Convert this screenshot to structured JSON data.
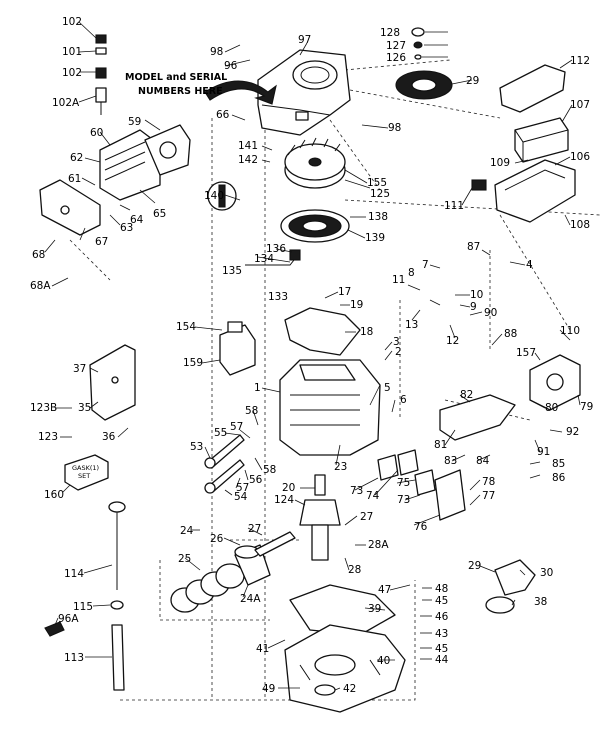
{
  "note": {
    "line1": "MODEL and SERIAL",
    "line2": "NUMBERS HERE"
  },
  "gasket_set": {
    "line1": "GASK(1)",
    "line2": "SET"
  },
  "labels": [
    {
      "id": "l102a",
      "text": "102"
    },
    {
      "id": "l101",
      "text": "101"
    },
    {
      "id": "l102b",
      "text": "102"
    },
    {
      "id": "l102A",
      "text": "102A"
    },
    {
      "id": "l98a",
      "text": "98"
    },
    {
      "id": "l96",
      "text": "96"
    },
    {
      "id": "l97",
      "text": "97"
    },
    {
      "id": "l128",
      "text": "128"
    },
    {
      "id": "l127",
      "text": "127"
    },
    {
      "id": "l126",
      "text": "126"
    },
    {
      "id": "l29",
      "text": "29"
    },
    {
      "id": "l112",
      "text": "112"
    },
    {
      "id": "l107",
      "text": "107"
    },
    {
      "id": "l60",
      "text": "60"
    },
    {
      "id": "l59",
      "text": "59"
    },
    {
      "id": "l66",
      "text": "66"
    },
    {
      "id": "l98b",
      "text": "98"
    },
    {
      "id": "l141",
      "text": "141"
    },
    {
      "id": "l142",
      "text": "142"
    },
    {
      "id": "l155",
      "text": "155"
    },
    {
      "id": "l109",
      "text": "109"
    },
    {
      "id": "l106",
      "text": "106"
    },
    {
      "id": "l62",
      "text": "62"
    },
    {
      "id": "l61",
      "text": "61"
    },
    {
      "id": "l65",
      "text": "65"
    },
    {
      "id": "l64",
      "text": "64"
    },
    {
      "id": "l63",
      "text": "63"
    },
    {
      "id": "l67",
      "text": "67"
    },
    {
      "id": "l140",
      "text": "140"
    },
    {
      "id": "l125",
      "text": "125"
    },
    {
      "id": "l138",
      "text": "138"
    },
    {
      "id": "l139",
      "text": "139"
    },
    {
      "id": "l111",
      "text": "111"
    },
    {
      "id": "l108",
      "text": "108"
    },
    {
      "id": "l68",
      "text": "68"
    },
    {
      "id": "l68A",
      "text": "68A"
    },
    {
      "id": "l136",
      "text": "136"
    },
    {
      "id": "l134",
      "text": "134"
    },
    {
      "id": "l135",
      "text": "135"
    },
    {
      "id": "l133",
      "text": "133"
    },
    {
      "id": "l87",
      "text": "87"
    },
    {
      "id": "l4",
      "text": "4"
    },
    {
      "id": "l7",
      "text": "7"
    },
    {
      "id": "l11",
      "text": "11"
    },
    {
      "id": "l8",
      "text": "8"
    },
    {
      "id": "l10",
      "text": "10"
    },
    {
      "id": "l17",
      "text": "17"
    },
    {
      "id": "l19",
      "text": "19"
    },
    {
      "id": "l9",
      "text": "9"
    },
    {
      "id": "l90",
      "text": "90"
    },
    {
      "id": "l154",
      "text": "154"
    },
    {
      "id": "l18",
      "text": "18"
    },
    {
      "id": "l13",
      "text": "13"
    },
    {
      "id": "l12",
      "text": "12"
    },
    {
      "id": "l110",
      "text": "110"
    },
    {
      "id": "l88",
      "text": "88"
    },
    {
      "id": "l157",
      "text": "157"
    },
    {
      "id": "l3",
      "text": "3"
    },
    {
      "id": "l2",
      "text": "2"
    },
    {
      "id": "l159",
      "text": "159"
    },
    {
      "id": "l37",
      "text": "37"
    },
    {
      "id": "l1",
      "text": "1"
    },
    {
      "id": "l5",
      "text": "5"
    },
    {
      "id": "l6",
      "text": "6"
    },
    {
      "id": "l82",
      "text": "82"
    },
    {
      "id": "l80",
      "text": "80"
    },
    {
      "id": "l79",
      "text": "79"
    },
    {
      "id": "l123B",
      "text": "123B"
    },
    {
      "id": "l35",
      "text": "35"
    },
    {
      "id": "l36",
      "text": "36"
    },
    {
      "id": "l58a",
      "text": "58"
    },
    {
      "id": "l55",
      "text": "55"
    },
    {
      "id": "l57a",
      "text": "57"
    },
    {
      "id": "l81",
      "text": "81"
    },
    {
      "id": "l92",
      "text": "92"
    },
    {
      "id": "l123",
      "text": "123"
    },
    {
      "id": "l53",
      "text": "53"
    },
    {
      "id": "l23",
      "text": "23"
    },
    {
      "id": "l91",
      "text": "91"
    },
    {
      "id": "l83",
      "text": "83"
    },
    {
      "id": "l84",
      "text": "84"
    },
    {
      "id": "l85",
      "text": "85"
    },
    {
      "id": "l58b",
      "text": "58"
    },
    {
      "id": "l56",
      "text": "56"
    },
    {
      "id": "l57b",
      "text": "57"
    },
    {
      "id": "l86",
      "text": "86"
    },
    {
      "id": "l160",
      "text": "160"
    },
    {
      "id": "l20",
      "text": "20"
    },
    {
      "id": "l73a",
      "text": "73"
    },
    {
      "id": "l74",
      "text": "74"
    },
    {
      "id": "l75",
      "text": "75"
    },
    {
      "id": "l54",
      "text": "54"
    },
    {
      "id": "l124",
      "text": "124"
    },
    {
      "id": "l78",
      "text": "78"
    },
    {
      "id": "l73b",
      "text": "73"
    },
    {
      "id": "l77",
      "text": "77"
    },
    {
      "id": "l27a",
      "text": "27"
    },
    {
      "id": "l24",
      "text": "24"
    },
    {
      "id": "l26",
      "text": "26"
    },
    {
      "id": "l27b",
      "text": "27"
    },
    {
      "id": "l76",
      "text": "76"
    },
    {
      "id": "l28A",
      "text": "28A"
    },
    {
      "id": "l28",
      "text": "28"
    },
    {
      "id": "l25",
      "text": "25"
    },
    {
      "id": "l29b",
      "text": "29"
    },
    {
      "id": "l30",
      "text": "30"
    },
    {
      "id": "l114",
      "text": "114"
    },
    {
      "id": "l47",
      "text": "47"
    },
    {
      "id": "l48",
      "text": "48"
    },
    {
      "id": "l45a",
      "text": "45"
    },
    {
      "id": "l24A",
      "text": "24A"
    },
    {
      "id": "l39",
      "text": "39"
    },
    {
      "id": "l38",
      "text": "38"
    },
    {
      "id": "l115",
      "text": "115"
    },
    {
      "id": "l46",
      "text": "46"
    },
    {
      "id": "l96A",
      "text": "96A"
    },
    {
      "id": "l41",
      "text": "41"
    },
    {
      "id": "l43",
      "text": "43"
    },
    {
      "id": "l45b",
      "text": "45"
    },
    {
      "id": "l44",
      "text": "44"
    },
    {
      "id": "l113",
      "text": "113"
    },
    {
      "id": "l40",
      "text": "40"
    },
    {
      "id": "l49",
      "text": "49"
    },
    {
      "id": "l42",
      "text": "42"
    }
  ]
}
